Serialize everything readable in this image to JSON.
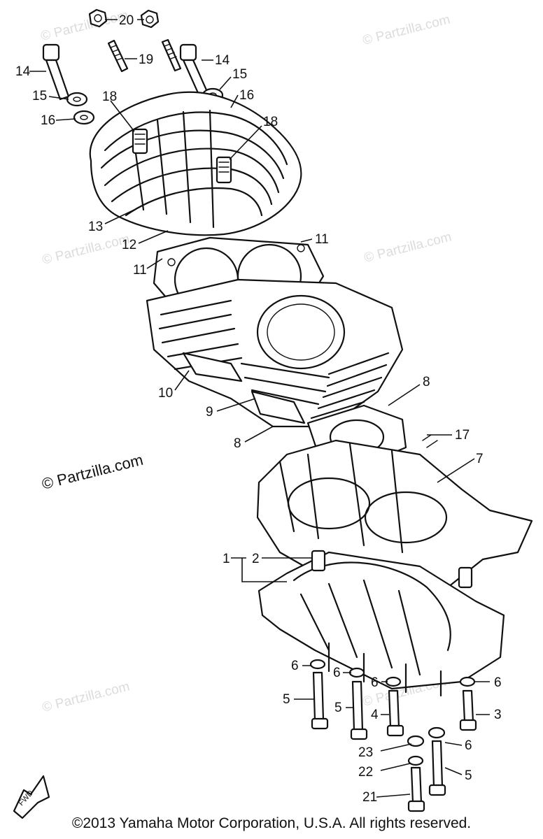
{
  "watermarks": [
    {
      "text": "© Partzilla.com"
    },
    {
      "text": "© Partzilla.com"
    },
    {
      "text": "© Partzilla.com"
    },
    {
      "text": "© Partzilla.com"
    },
    {
      "text": "© Partzilla.com"
    },
    {
      "text": "© Partzilla.com"
    },
    {
      "text": "© Partzilla.com"
    }
  ],
  "callouts": {
    "c20": "20",
    "c19": "19",
    "c14a": "14",
    "c14b": "14",
    "c15a": "15",
    "c15b": "15",
    "c16a": "16",
    "c16b": "16",
    "c18a": "18",
    "c18b": "18",
    "c13": "13",
    "c12": "12",
    "c11a": "11",
    "c11b": "11",
    "c10": "10",
    "c9": "9",
    "c8a": "8",
    "c8b": "8",
    "c17": "17",
    "c7": "7",
    "c1": "1",
    "c2": "2",
    "c6a": "6",
    "c6b": "6",
    "c6c": "6",
    "c6d": "6",
    "c6e": "6",
    "c5a": "5",
    "c5b": "5",
    "c5c": "5",
    "c4": "4",
    "c3": "3",
    "c23": "23",
    "c22": "22",
    "c21": "21"
  },
  "fwd_label": "FWD",
  "copyright": "©2013 Yamaha Motor Corporation, U.S.A. All rights reserved."
}
